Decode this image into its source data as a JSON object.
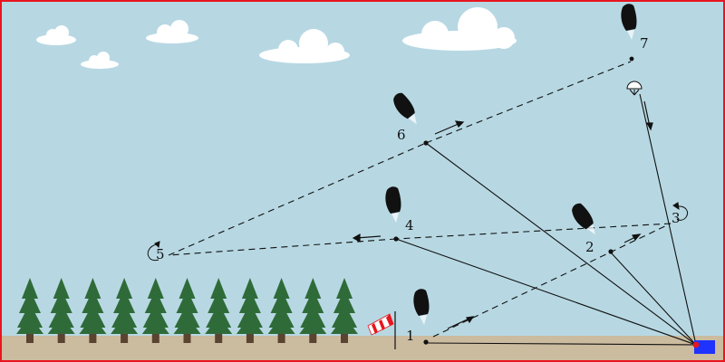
{
  "colors": {
    "frame": "#e8151f",
    "sky": "#b7d8e3",
    "ground": "#cbbb9f",
    "tree_foliage": "#2f6b38",
    "tree_trunk": "#5a4330",
    "cloud": "#ffffff",
    "parachute": "#111111",
    "line": "#111111",
    "winch_flag": "#1f33ff",
    "winch_point": "#e8151f",
    "windsock_red": "#e8151f",
    "windsock_white": "#ffffff"
  },
  "icons": {
    "tree": "pine-tree-icon",
    "cloud": "cloud-icon",
    "windsock": "windsock-icon",
    "parachute": "parachute-icon",
    "round_parachute": "round-parachute-icon",
    "winch": "winch-flag-icon",
    "turn": "turn-arrow-icon",
    "direction": "direction-arrow-icon"
  },
  "positions": [
    {
      "label": "1"
    },
    {
      "label": "2"
    },
    {
      "label": "3"
    },
    {
      "label": "4"
    },
    {
      "label": "5"
    },
    {
      "label": "6"
    },
    {
      "label": "7"
    }
  ]
}
